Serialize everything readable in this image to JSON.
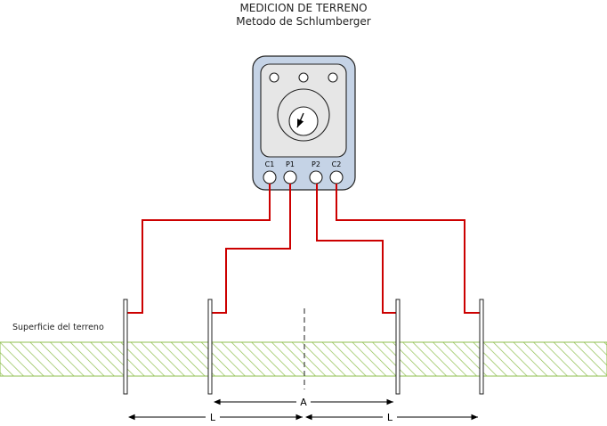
{
  "header": {
    "title": "MEDICION DE TERRENO",
    "subtitle": "Metodo de Schlumberger"
  },
  "instrument": {
    "terminals": [
      "C1",
      "P1",
      "P2",
      "C2"
    ]
  },
  "ground": {
    "label": "Superficie del terreno"
  },
  "dimensions": {
    "spacing_label_a": "A",
    "spacing_label_l_left": "L",
    "spacing_label_l_right": "L"
  },
  "colors": {
    "wire": "#cc0000",
    "instrument_body": "#c5d3e6",
    "instrument_inner": "#e6e6e6",
    "ground_hatch": "#8fbf4f"
  }
}
